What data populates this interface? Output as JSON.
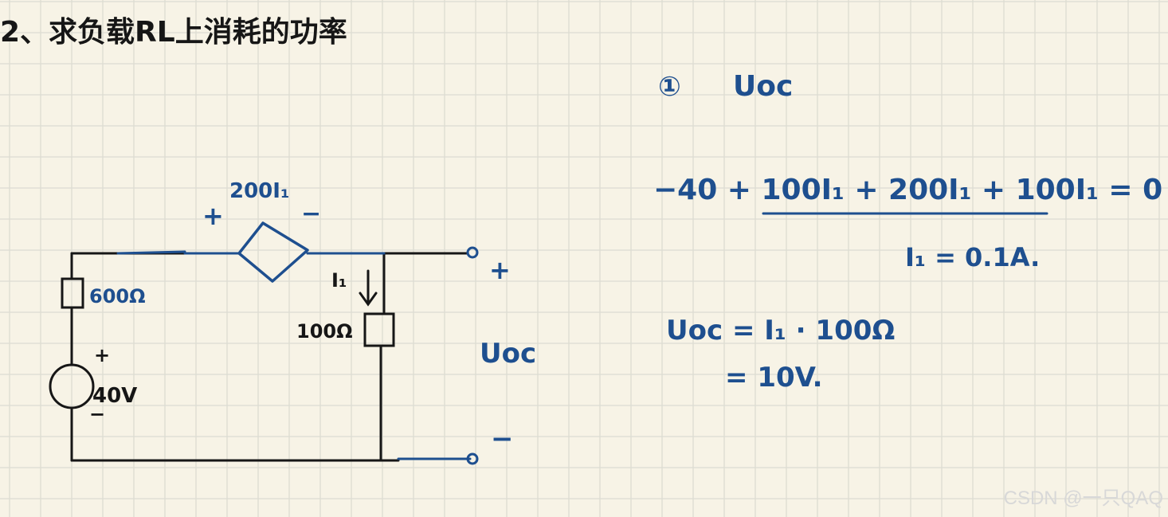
{
  "problem": {
    "title": "2、求负载RL上消耗的功率"
  },
  "circuit": {
    "left_resistor": "600Ω",
    "source_voltage": "40V",
    "source_plus": "+",
    "source_minus": "−",
    "dep_source_label": "200I₁",
    "dep_plus": "+",
    "dep_minus": "−",
    "current_label": "I₁",
    "mid_resistor": "100Ω",
    "out_plus": "+",
    "out_minus": "−",
    "out_voltage": "Uoc"
  },
  "solution": {
    "step_number": "①",
    "step_label": "Uoc",
    "kvl_equation": "−40 + 100I₁ + 200I₁ + 100I₁ = 0",
    "current_result": "I₁ = 0.1A.",
    "uoc_line1": "Uoc = I₁ · 100Ω",
    "uoc_line2": "= 10V."
  },
  "watermark": "CSDN @一只QAQ",
  "colors": {
    "paper": "#f7f3e6",
    "grid": "#dcdcd2",
    "ink_black": "#161616",
    "ink_blue": "#1e4f8f"
  }
}
